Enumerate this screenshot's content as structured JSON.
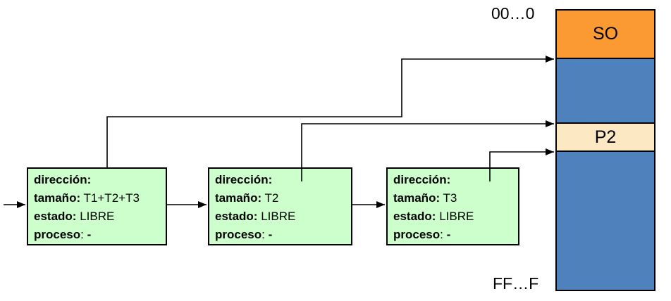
{
  "diagram": {
    "memory_map": {
      "top_address": "00…0",
      "bottom_address": "FF…F",
      "segments": [
        {
          "name": "os-segment",
          "label": "SO",
          "color": "#FB9A32"
        },
        {
          "name": "free-segment-upper",
          "label": "",
          "color": "#4F81BD"
        },
        {
          "name": "process-p2-segment",
          "label": "P2",
          "color": "#FCE9C4"
        },
        {
          "name": "free-segment-lower",
          "label": "",
          "color": "#4F81BD"
        }
      ]
    },
    "free_list": {
      "node_background": "#CCFFCC",
      "nodes": [
        {
          "fields": [
            {
              "label": "dirección:",
              "value": ""
            },
            {
              "label": "tamaño:",
              "value": " T1+T2+T3"
            },
            {
              "label": "estado:",
              "value": " LIBRE"
            },
            {
              "label": "proceso",
              "value": ": ",
              "suffix": "-"
            }
          ]
        },
        {
          "fields": [
            {
              "label": "dirección:",
              "value": ""
            },
            {
              "label": "tamaño:",
              "value": " T2"
            },
            {
              "label": "estado:",
              "value": " LIBRE"
            },
            {
              "label": "proceso",
              "value": ": ",
              "suffix": "-"
            }
          ]
        },
        {
          "fields": [
            {
              "label": "dirección:",
              "value": ""
            },
            {
              "label": "tamaño:",
              "value": " T3"
            },
            {
              "label": "estado:",
              "value": " LIBRE"
            },
            {
              "label": "proceso",
              "value": ": ",
              "suffix": "-"
            }
          ]
        }
      ]
    },
    "line_color": "#000000"
  }
}
